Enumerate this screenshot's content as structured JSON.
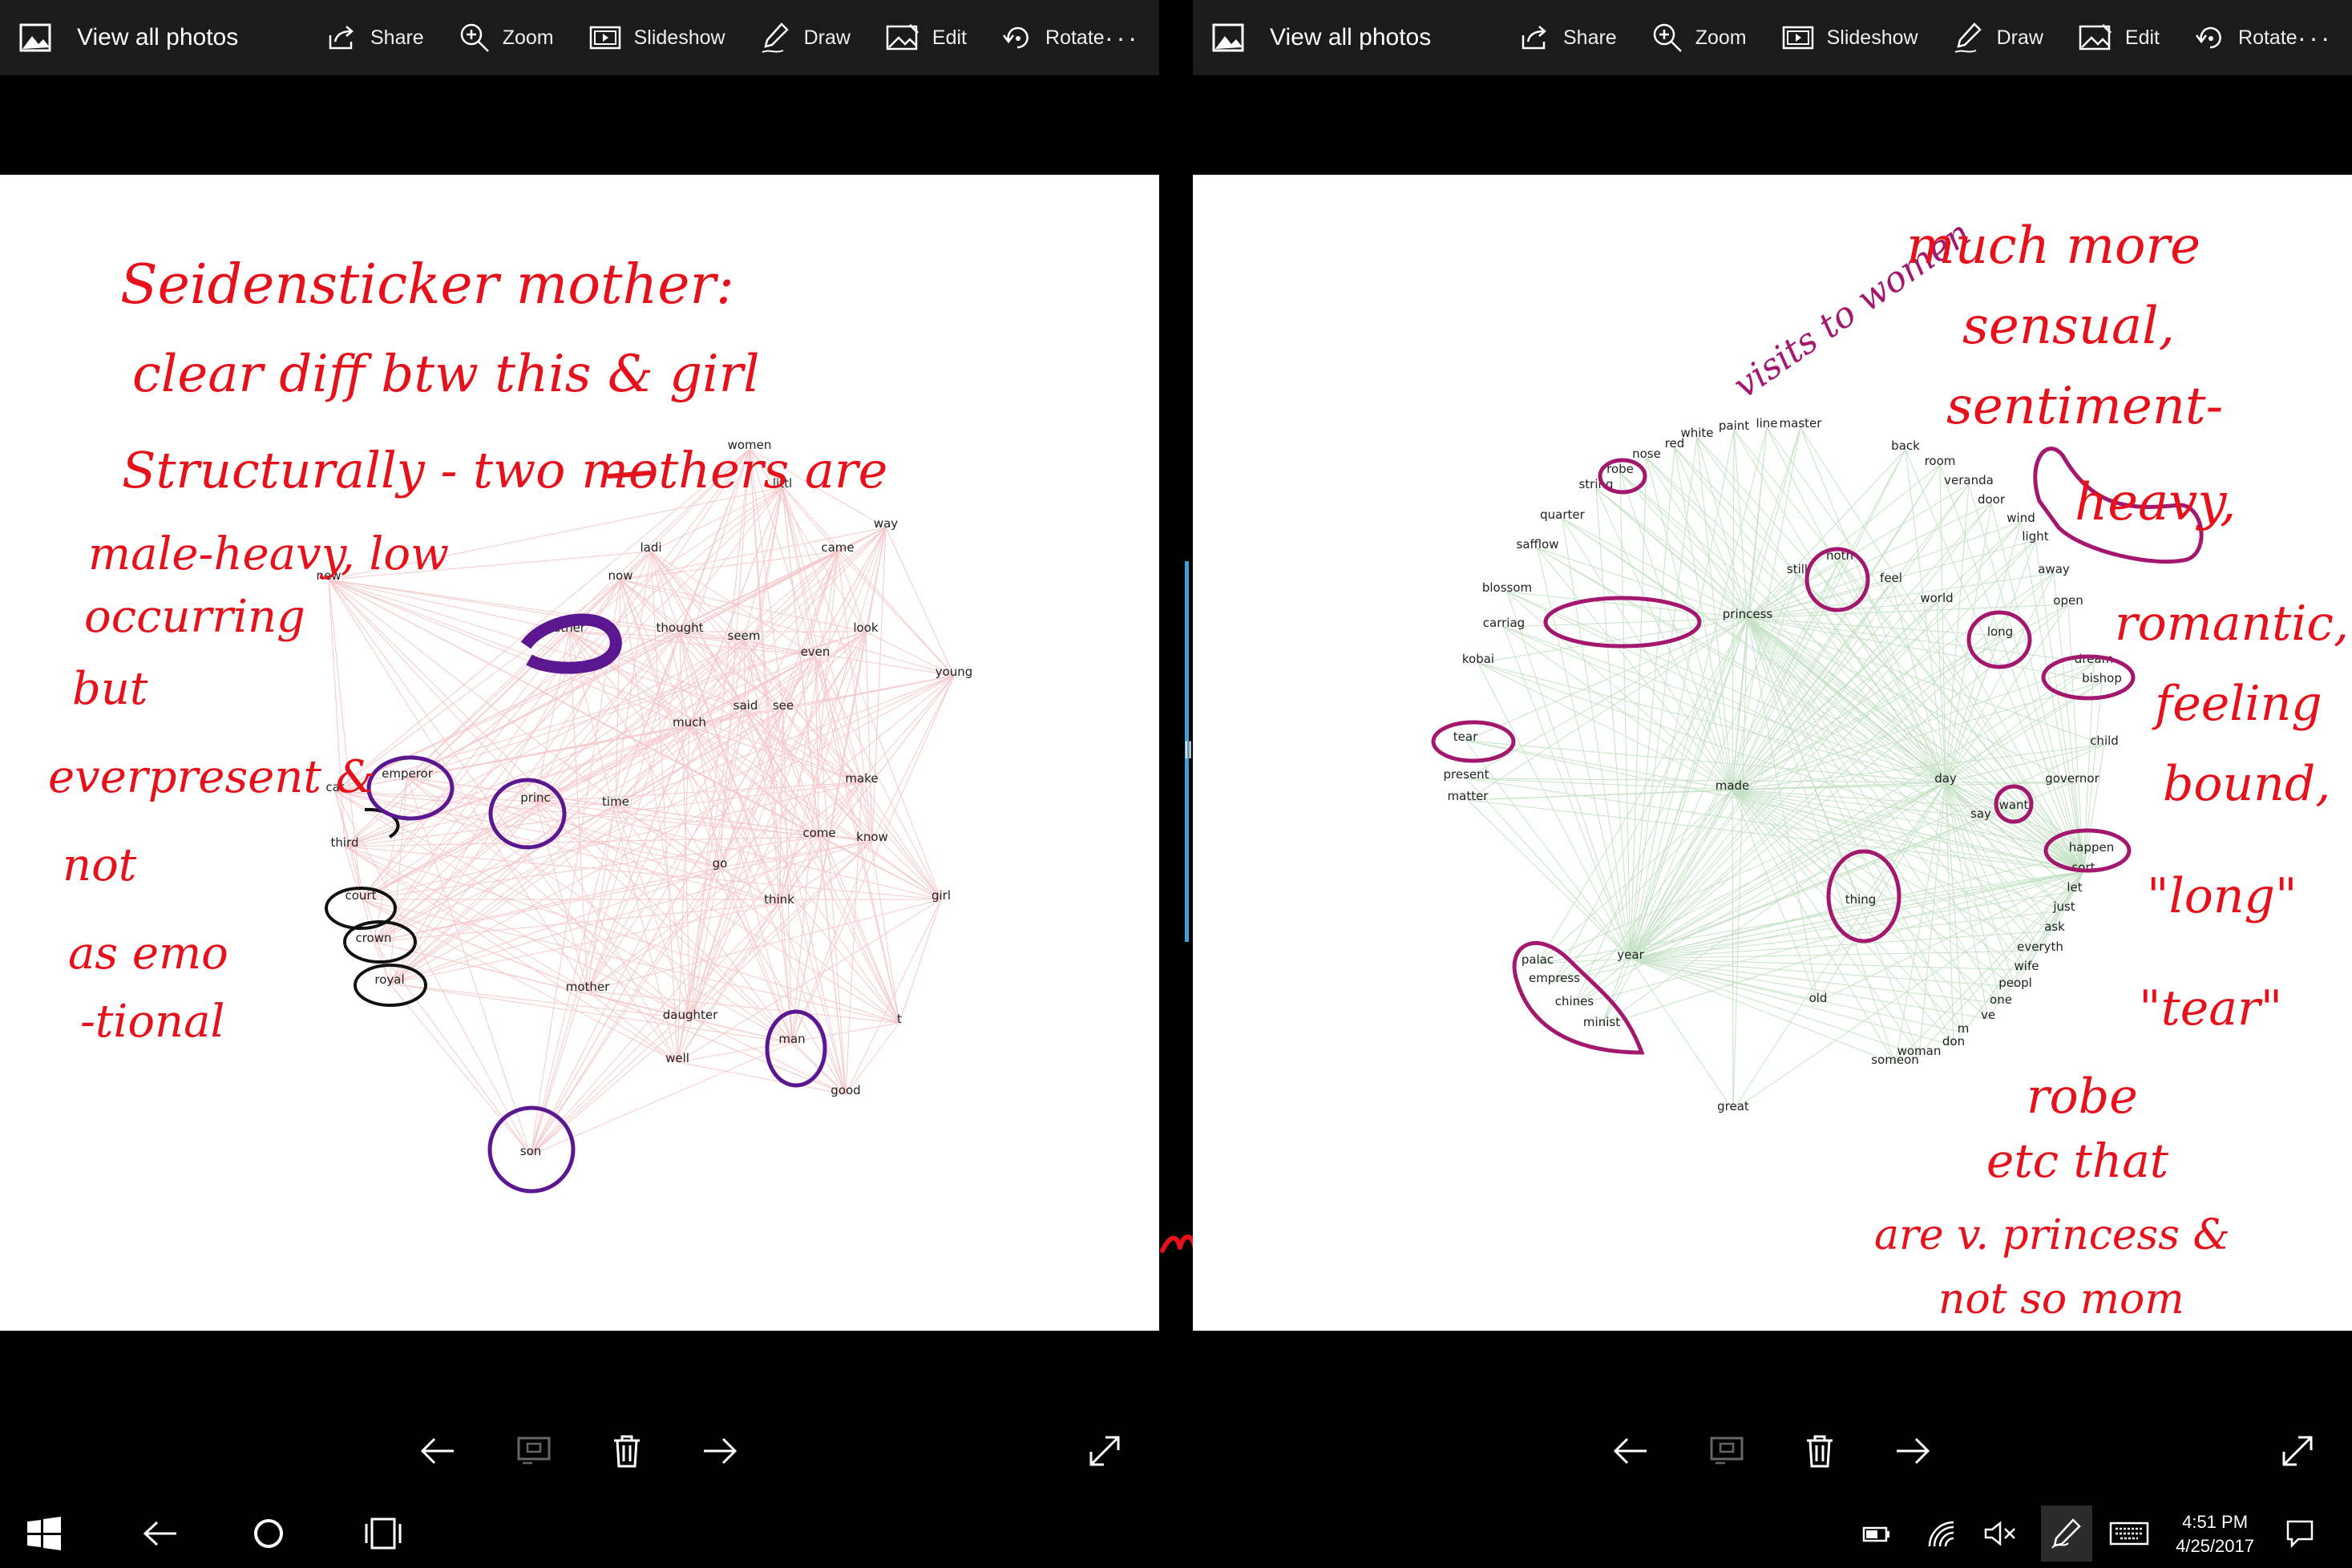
{
  "toolbar": {
    "view_all": "View all photos",
    "share": "Share",
    "zoom": "Zoom",
    "slideshow": "Slideshow",
    "draw": "Draw",
    "edit": "Edit",
    "rotate": "Rotate",
    "more": "···"
  },
  "left_photo": {
    "labels": [
      "women",
      "littl",
      "way",
      "ladi",
      "came",
      "new",
      "now",
      "ather",
      "thought",
      "seem",
      "look",
      "even",
      "young",
      "said",
      "see",
      "much",
      "emperor",
      "make",
      "cat",
      "princ",
      "time",
      "come",
      "know",
      "third",
      "go",
      "court",
      "think",
      "girl",
      "crown",
      "mother",
      "daughter",
      "t",
      "royal",
      "good",
      "man",
      "well",
      "son"
    ],
    "ink_lines": [
      "Seidensticker mother:",
      "clear diff btw this & girl",
      "Structurally - two mothers are",
      "male-heavy, low",
      "occurring",
      "but",
      "everpresent &",
      "not",
      "as emo",
      "-tional"
    ]
  },
  "right_photo": {
    "labels": [
      "red",
      "white",
      "paint",
      "line",
      "master",
      "nose",
      "robe",
      "string",
      "back",
      "room",
      "veranda",
      "door",
      "quarter",
      "wind",
      "light",
      "safflow",
      "noth",
      "away",
      "still",
      "feel",
      "blossom",
      "world",
      "open",
      "princess",
      "carriag",
      "long",
      "kobai",
      "dream",
      "bishop",
      "tear",
      "child",
      "present",
      "made",
      "day",
      "governor",
      "matter",
      "want",
      "say",
      "happen",
      "sort",
      "let",
      "thing",
      "just",
      "ask",
      "palac",
      "everyth",
      "year",
      "wife",
      "empress",
      "peopl",
      "chines",
      "old",
      "one",
      "ve",
      "minist",
      "m",
      "don",
      "woman",
      "someon",
      "great"
    ],
    "ink_lines": [
      "much more",
      "sensual,",
      "sentiment-",
      "heavy,",
      "romantic,",
      "feeling",
      "bound,",
      "\"long\"",
      "\"tear\"",
      "robe",
      "etc that",
      "are v. princess &",
      "not so mom"
    ],
    "purple_ink": "visits to women"
  },
  "taskbar": {
    "time": "4:51 PM",
    "date": "4/25/2017"
  },
  "colors": {
    "ink_red": "#e5121c",
    "ink_purple": "#a4176f",
    "left_edges": "#f2b8bc",
    "right_edges": "#b9dcb9",
    "accent": "#3aa0d8"
  }
}
